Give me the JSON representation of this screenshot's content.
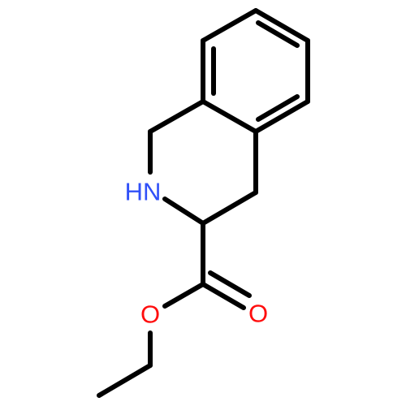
{
  "molecule": {
    "atoms": {
      "nitrogen": {
        "label": "HN",
        "color": "#3050F8"
      },
      "ester_oxygen": {
        "label": "O",
        "color": "#FF0D0D"
      },
      "carbonyl_oxygen": {
        "label": "O",
        "color": "#FF0D0D"
      }
    },
    "bond_color": "#000000"
  }
}
